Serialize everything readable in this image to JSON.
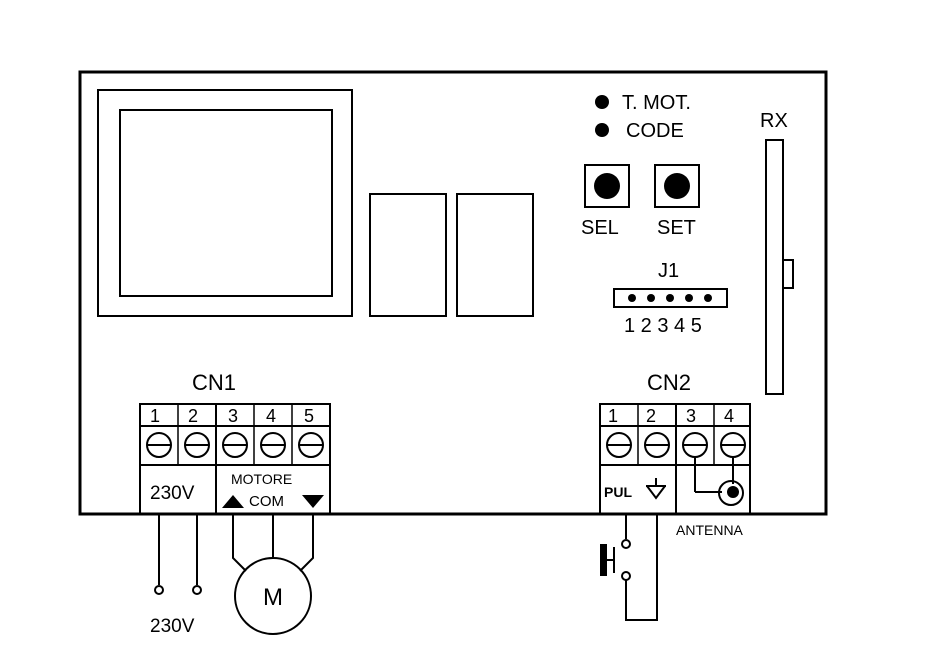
{
  "labels": {
    "led1": "T. MOT.",
    "led2": "CODE",
    "rx": "RX",
    "sel": "SEL",
    "set": "SET",
    "j1": "J1",
    "j1_pins": "1 2 3 4 5",
    "cn1": "CN1",
    "cn2": "CN2",
    "cn1_pins": [
      "1",
      "2",
      "3",
      "4",
      "5"
    ],
    "cn2_pins": [
      "1",
      "2",
      "3",
      "4"
    ],
    "voltage_label": "230V",
    "motore": "MOTORE",
    "com": "COM",
    "pul": "PUL",
    "antenna": "ANTENNA",
    "supply_label": "230V",
    "motor_symbol": "M"
  }
}
